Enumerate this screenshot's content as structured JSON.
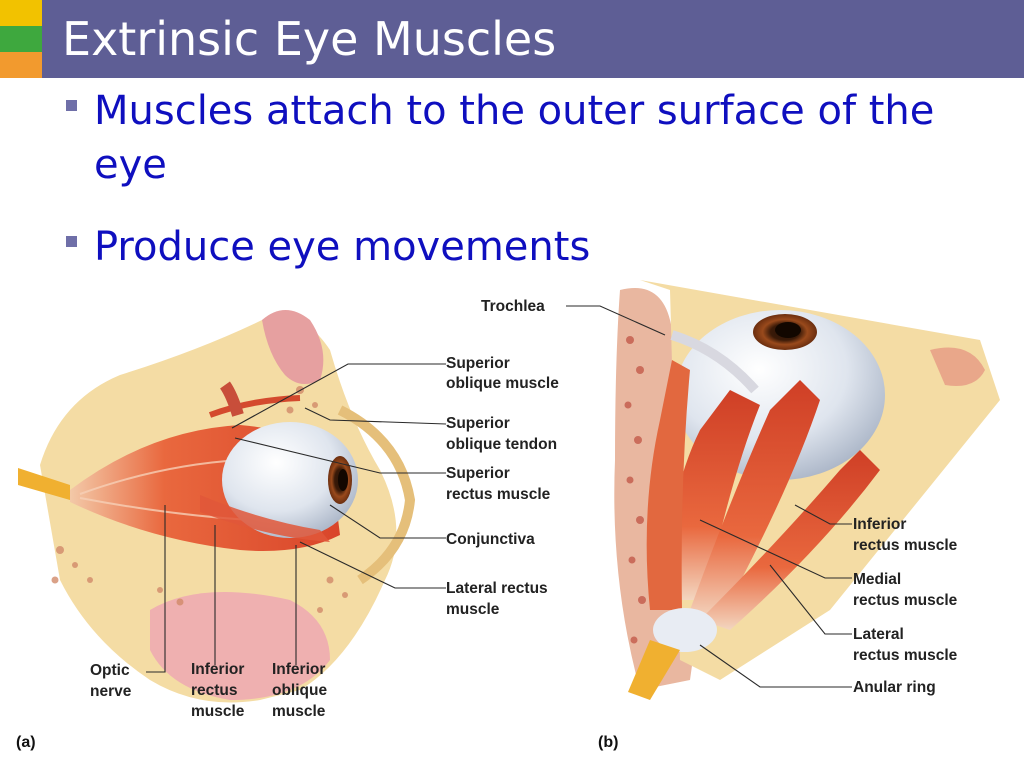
{
  "slide": {
    "title": "Extrinsic Eye Muscles",
    "bullets": [
      "Muscles attach to the outer surface of the eye",
      "Produce eye movements"
    ]
  },
  "figure": {
    "panel_a": {
      "tag": "(a)",
      "labels": {
        "superior_oblique_muscle": [
          "Superior",
          "oblique muscle"
        ],
        "superior_oblique_tendon": [
          "Superior",
          "oblique tendon"
        ],
        "superior_rectus_muscle": [
          "Superior",
          "rectus muscle"
        ],
        "conjunctiva": [
          "Conjunctiva"
        ],
        "lateral_rectus_muscle": [
          "Lateral rectus",
          "muscle"
        ],
        "optic_nerve": [
          "Optic",
          "nerve"
        ],
        "inferior_rectus_muscle": [
          "Inferior",
          "rectus",
          "muscle"
        ],
        "inferior_oblique_muscle": [
          "Inferior",
          "oblique",
          "muscle"
        ]
      }
    },
    "panel_b": {
      "tag": "(b)",
      "labels": {
        "trochlea": [
          "Trochlea"
        ],
        "inferior_rectus_muscle": [
          "Inferior",
          "rectus muscle"
        ],
        "medial_rectus_muscle": [
          "Medial",
          "rectus muscle"
        ],
        "lateral_rectus_muscle": [
          "Lateral",
          "rectus muscle"
        ],
        "anular_ring": [
          "Anular ring"
        ]
      }
    }
  },
  "colors": {
    "title_bar": "#5e5e95",
    "accent_yellow": "#f2c200",
    "accent_green": "#3ea83e",
    "accent_orange": "#f29a2e",
    "bullet_text": "#0f0fbf",
    "bullet_marker": "#6f6fa8"
  }
}
